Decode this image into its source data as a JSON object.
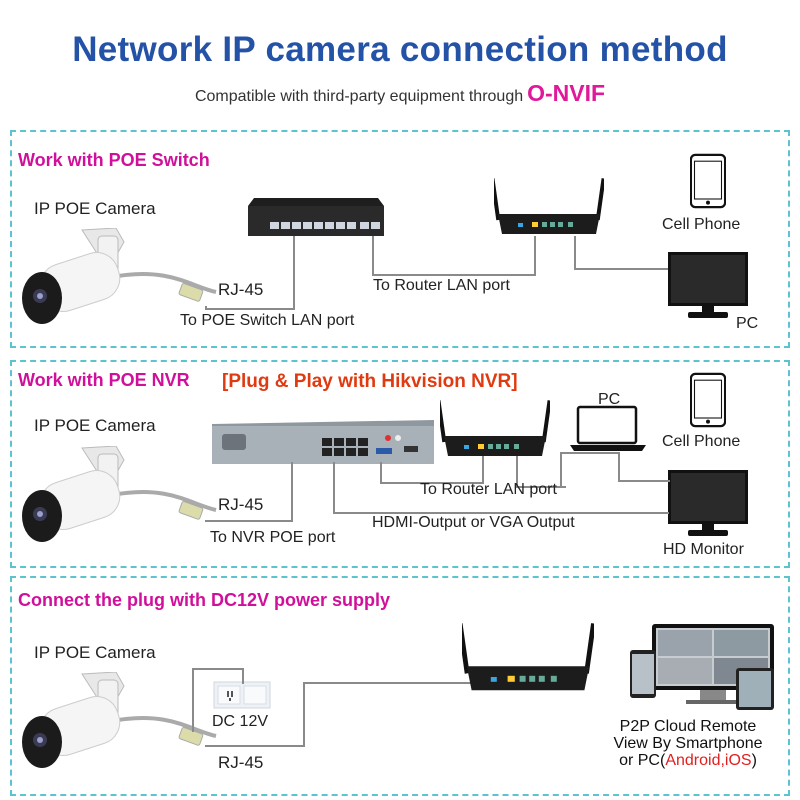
{
  "header": {
    "title": "Network IP camera connection method",
    "subtitle": "Compatible with third-party equipment through",
    "brand": "O-NVIF"
  },
  "section1": {
    "title": "Work with POE Switch",
    "camera_label": "IP POE Camera",
    "rj45": "RJ-45",
    "to_switch": "To POE Switch LAN port",
    "to_router": "To Router LAN port",
    "cell_phone": "Cell Phone",
    "pc": "PC"
  },
  "section2": {
    "title": "Work with POE NVR",
    "hikvision": "[Plug & Play with Hikvision NVR]",
    "camera_label": "IP POE Camera",
    "rj45": "RJ-45",
    "to_nvr": "To NVR POE port",
    "to_router": "To Router LAN port",
    "hdmi": "HDMI-Output or VGA Output",
    "pc": "PC",
    "cell_phone": "Cell Phone",
    "hd_monitor": "HD Monitor"
  },
  "section3": {
    "title": "Connect the plug with DC12V power supply",
    "camera_label": "IP POE Camera",
    "dc": "DC 12V",
    "rj45": "RJ-45",
    "p2p_line1": "P2P Cloud Remote",
    "p2p_line2": "View By Smartphone",
    "p2p_line3_a": "or PC(",
    "p2p_line3_b": "Android,iOS",
    "p2p_line3_c": ")"
  },
  "colors": {
    "title": "#2452a6",
    "section_title": "#d0109a",
    "hikvision": "#e03a10",
    "dashed_border": "#5cc3cf"
  },
  "icons": [
    "camera-icon",
    "poe-switch-icon",
    "router-icon",
    "cell-phone-icon",
    "monitor-icon",
    "nvr-icon",
    "laptop-icon",
    "power-plug-icon",
    "rj45-connector-icon",
    "app-devices-icon"
  ]
}
